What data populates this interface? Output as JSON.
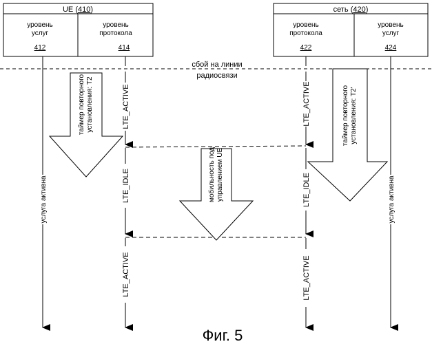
{
  "ue": {
    "header_label": "UE",
    "header_ref": "410",
    "services": {
      "line1": "уровень",
      "line2": "услуг",
      "ref": "412"
    },
    "protocol": {
      "line1": "уровень",
      "line2": "протокола",
      "ref": "414"
    }
  },
  "network": {
    "header_label": "сеть",
    "header_ref": "420",
    "protocol": {
      "line1": "уровень",
      "line2": "протокола",
      "ref": "422"
    },
    "services": {
      "line1": "уровень",
      "line2": "услуг",
      "ref": "424"
    }
  },
  "radio_failure": {
    "line1": "сбой на линии",
    "line2": "радиосвязи"
  },
  "ue_timer": {
    "line1": "таймер повторного",
    "line2": "установления: T2"
  },
  "net_timer": {
    "line1": "таймер повторного",
    "line2": "установления: T2'"
  },
  "mobility": {
    "line1": "мобильность под",
    "line2": "управлением UE"
  },
  "service_active_left": "услуга активна",
  "service_active_right": "услуга активна",
  "states": {
    "lte_active": "LTE_ACTIVE",
    "lte_idle": "LTE_IDLE"
  },
  "figure_caption": "Фиг. 5"
}
